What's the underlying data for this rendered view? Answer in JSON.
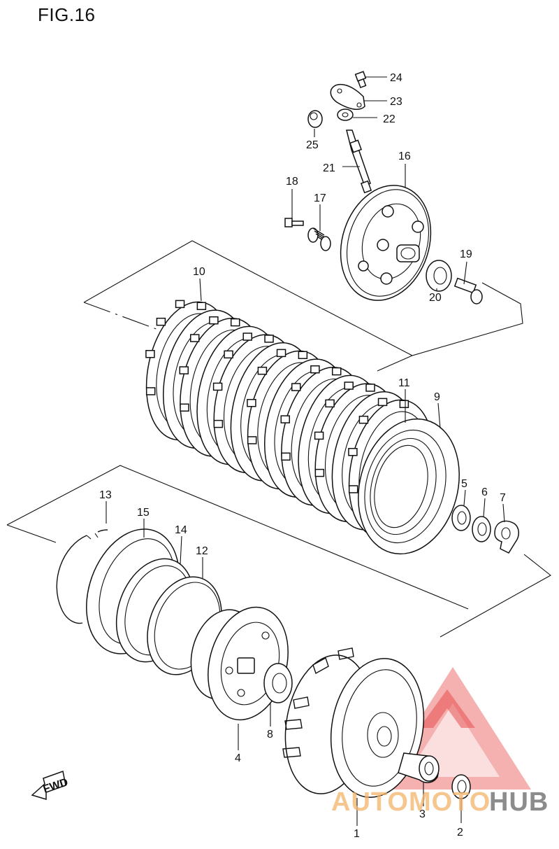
{
  "figure": {
    "title": "FIG.16"
  },
  "direction_badge": {
    "text": "FWD"
  },
  "callouts": [
    {
      "id": "24",
      "text": "24"
    },
    {
      "id": "23",
      "text": "23"
    },
    {
      "id": "22",
      "text": "22"
    },
    {
      "id": "25",
      "text": "25"
    },
    {
      "id": "21",
      "text": "21"
    },
    {
      "id": "16",
      "text": "16"
    },
    {
      "id": "18",
      "text": "18"
    },
    {
      "id": "17",
      "text": "17"
    },
    {
      "id": "19",
      "text": "19"
    },
    {
      "id": "20",
      "text": "20"
    },
    {
      "id": "10",
      "text": "10"
    },
    {
      "id": "11",
      "text": "11"
    },
    {
      "id": "9",
      "text": "9"
    },
    {
      "id": "5",
      "text": "5"
    },
    {
      "id": "6",
      "text": "6"
    },
    {
      "id": "7",
      "text": "7"
    },
    {
      "id": "13",
      "text": "13"
    },
    {
      "id": "15",
      "text": "15"
    },
    {
      "id": "14",
      "text": "14"
    },
    {
      "id": "12",
      "text": "12"
    },
    {
      "id": "8",
      "text": "8"
    },
    {
      "id": "4",
      "text": "4"
    },
    {
      "id": "3",
      "text": "3"
    },
    {
      "id": "2",
      "text": "2"
    },
    {
      "id": "1",
      "text": "1"
    }
  ],
  "watermark": {
    "word1": "AUTOMOTO",
    "word2": "HUB",
    "color_primary": "#e85050",
    "color_secondary": "#f4b46a",
    "color_gray": "#666666"
  }
}
